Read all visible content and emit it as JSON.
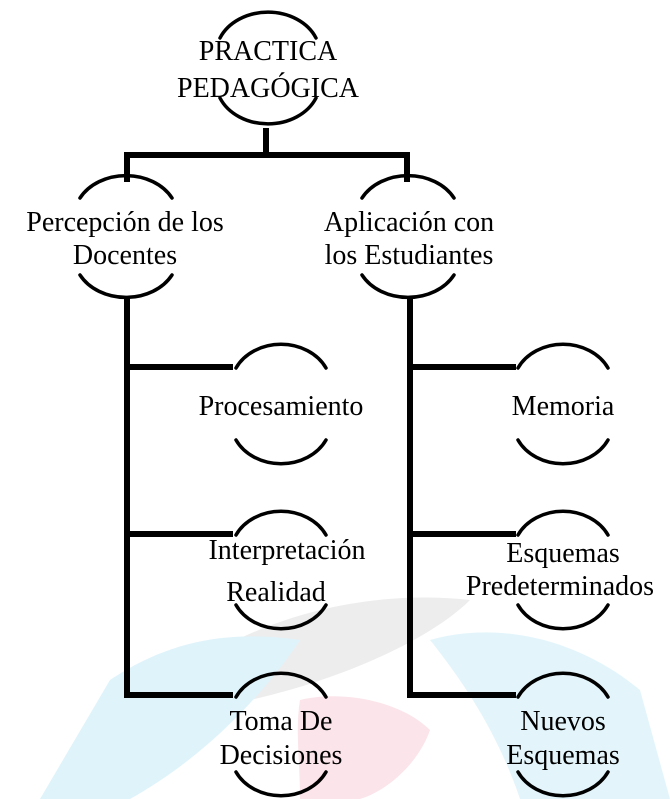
{
  "diagram": {
    "root": {
      "line1": "PRACTICA",
      "line2": "PEDAGÓGICA"
    },
    "left_branch": {
      "line1": "Percepción de los",
      "line2": "Docentes"
    },
    "right_branch": {
      "line1": "Aplicación con",
      "line2": "los Estudiantes"
    },
    "left_children": [
      {
        "line1": "Procesamiento",
        "line2": ""
      },
      {
        "line1": "Interpretación",
        "line2": "Realidad"
      },
      {
        "line1": "Toma De",
        "line2": "Decisiones"
      }
    ],
    "right_children": [
      {
        "line1": "Memoria",
        "line2": ""
      },
      {
        "line1": "Esquemas",
        "line2": "Predeterminados"
      },
      {
        "line1": "Nuevos",
        "line2": "Esquemas"
      }
    ]
  },
  "colors": {
    "lines": "#000000",
    "text": "#000000",
    "watermark_blue": "#dff3fb",
    "watermark_pink": "#fbe4ea",
    "watermark_gray": "#ededed"
  }
}
